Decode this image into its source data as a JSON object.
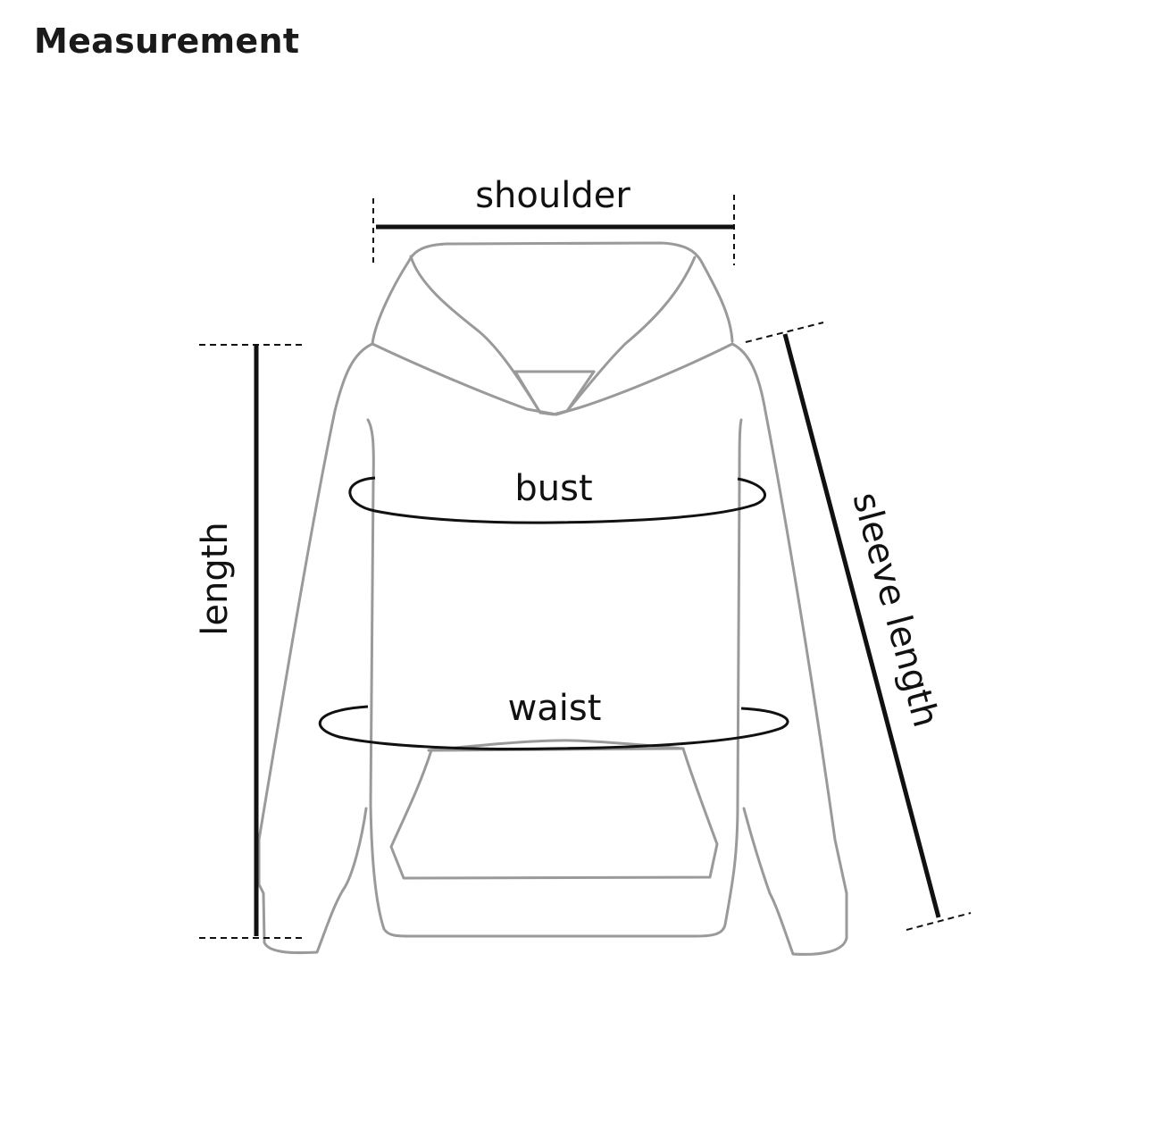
{
  "header": {
    "title": "Measurement"
  },
  "diagram": {
    "subject": "hoodie",
    "labels": {
      "shoulder": "shoulder",
      "bust": "bust",
      "waist": "waist",
      "length": "length",
      "sleeve_length": "sleeve length"
    },
    "colors": {
      "outline": "#9a9a9a",
      "measure_line": "#111111",
      "text": "#111111"
    }
  }
}
